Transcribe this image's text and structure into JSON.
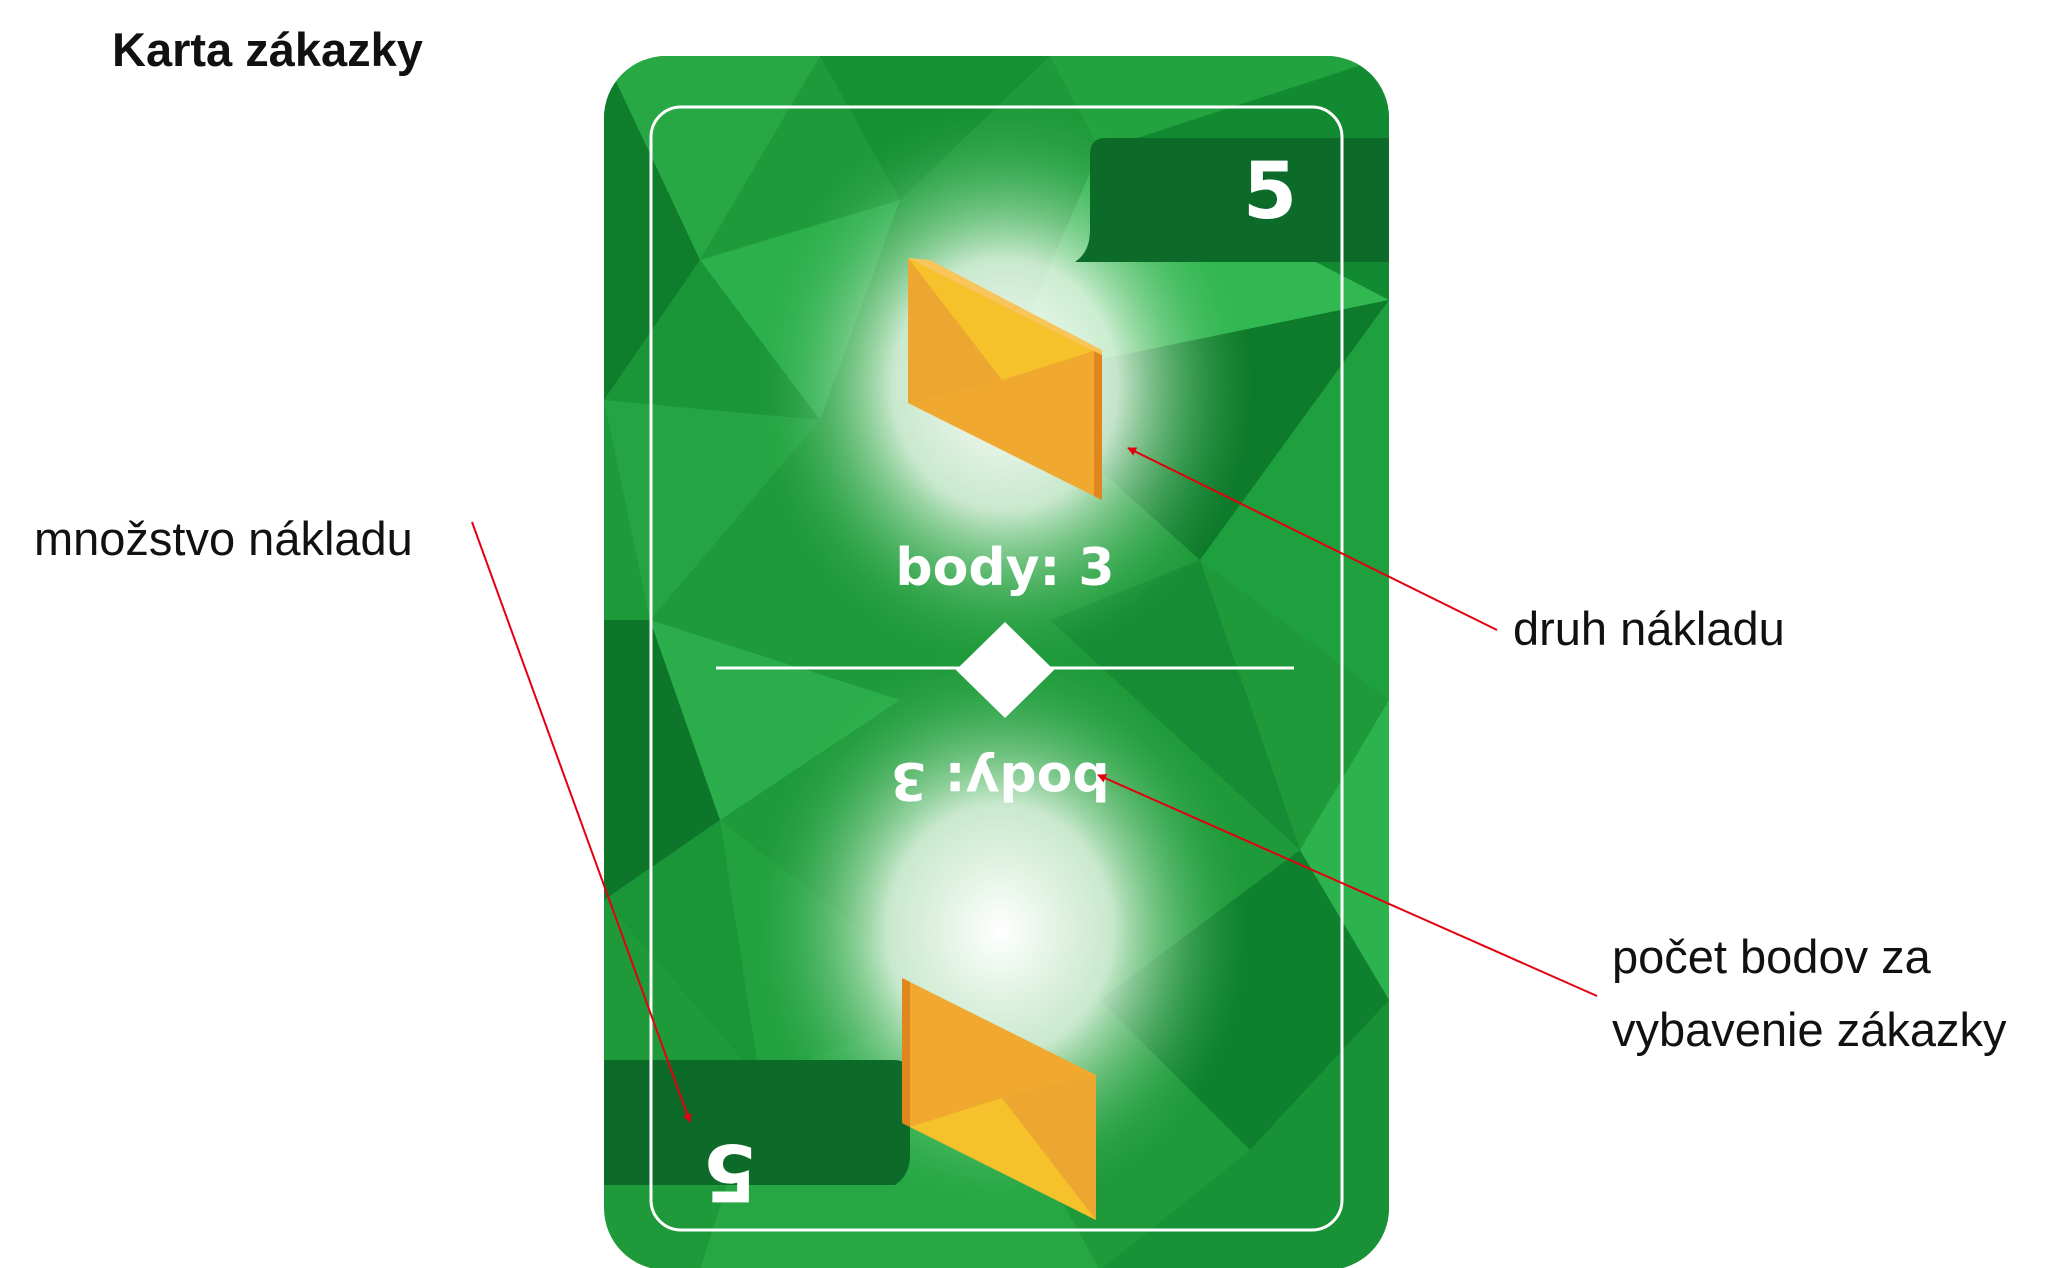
{
  "title": "Karta zákazky",
  "card": {
    "corner_value_top": "5",
    "corner_value_bottom": "5",
    "points_top": "body: 3",
    "points_bottom": "body: 3",
    "cargo_icon": "envelope-icon",
    "colors": {
      "card_green": "#1f9a3a",
      "card_dark_green": "#0d6b2a",
      "envelope_yellow": "#f2b82a",
      "envelope_orange": "#e8942a"
    }
  },
  "annotations": {
    "quantity_label": "množstvo nákladu",
    "cargo_type_label": "druh nákladu",
    "points_label_line1": "počet bodov za",
    "points_label_line2": "vybavenie zákazky",
    "arrow_color": "#e3000f"
  }
}
